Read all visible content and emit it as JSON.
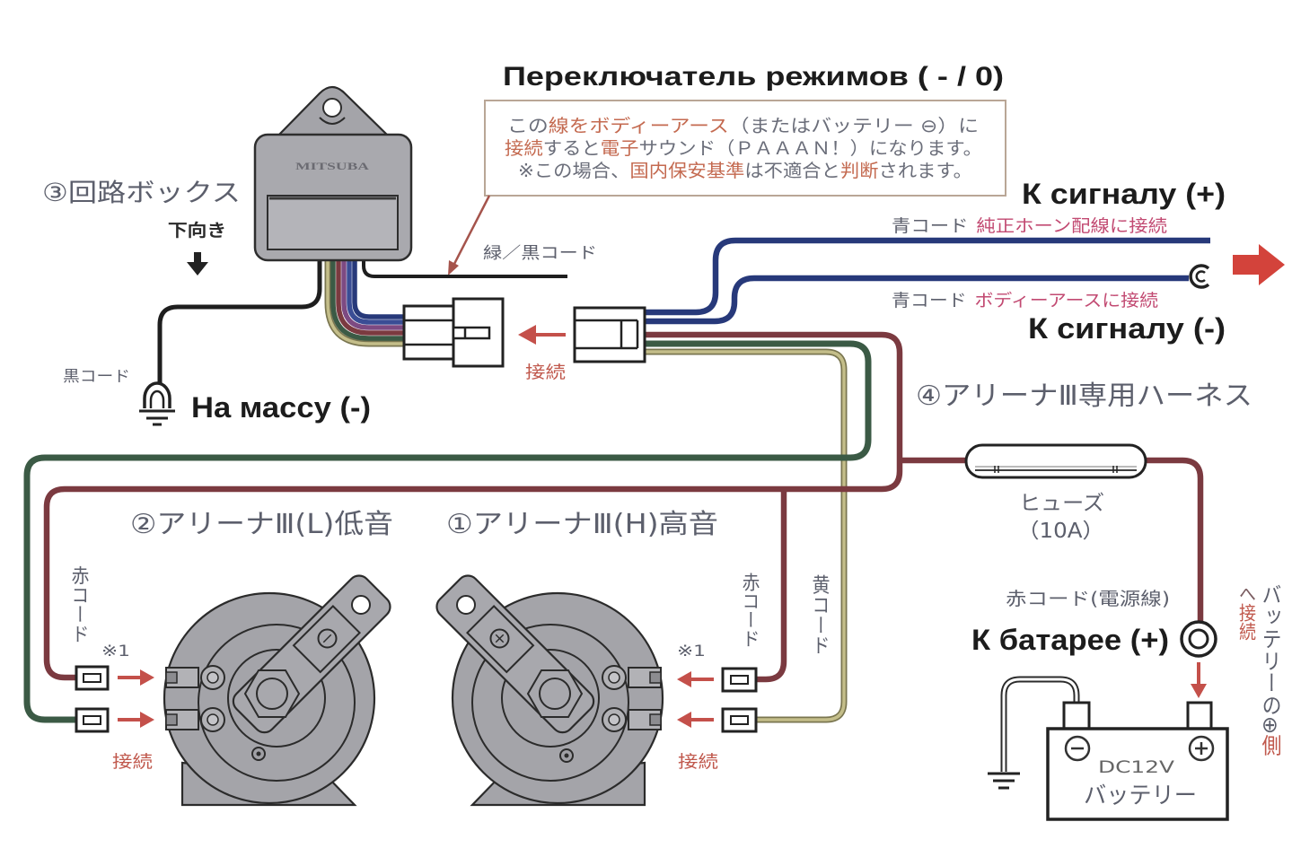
{
  "title": "Переключатель режимов ( - / 0)",
  "note": {
    "lines": [
      [
        {
          "text": "この",
          "color": "#6b6e7a"
        },
        {
          "text": "線を",
          "color": "#c46a50"
        },
        {
          "text": "ボディーアース",
          "color": "#c46a50"
        },
        {
          "text": "（またはバッテリー ⊖）に",
          "color": "#6b6e7a"
        }
      ],
      [
        {
          "text": "接続",
          "color": "#c46a50"
        },
        {
          "text": "すると",
          "color": "#6b6e7a"
        },
        {
          "text": "電子",
          "color": "#c46a50"
        },
        {
          "text": "サウンド（ＰＡＡＡＮ！）になります。",
          "color": "#6b6e7a"
        }
      ],
      [
        {
          "text": "※この場合、",
          "color": "#6b6e7a"
        },
        {
          "text": "国内保安基準",
          "color": "#c46a50"
        },
        {
          "text": "は不適合と",
          "color": "#6b6e7a"
        },
        {
          "text": "判断",
          "color": "#c46a50"
        },
        {
          "text": "されます。",
          "color": "#6b6e7a"
        }
      ]
    ]
  },
  "circuit_box": {
    "label": "③回路ボックス",
    "brand": "MITSUBA",
    "orientation_label": "下向き"
  },
  "mode_wire_label": "緑／黒コード",
  "connector": {
    "connect_label": "接続"
  },
  "ground": {
    "wire_label": "黒コード",
    "label": "На массу (-)"
  },
  "signal": {
    "plus_label": "К сигналу (+)",
    "plus_wire": {
      "code": "青コード",
      "desc": "純正ホーン配線に接続"
    },
    "minus_wire": {
      "code": "青コード",
      "desc": "ボディーアースに接続"
    },
    "minus_label": "К сигналу (-)"
  },
  "harness_label": "④アリーナⅢ専用ハーネス",
  "fuse": {
    "label": "ヒューズ",
    "rating": "（10A）"
  },
  "horns": {
    "low": {
      "label": "②アリーナⅢ(L)低音",
      "wire_label": "赤コード",
      "note_mark": "※1",
      "connect_label": "接続"
    },
    "high": {
      "label": "①アリーナⅢ(H)高音",
      "red_wire_label": "赤コード",
      "yellow_wire_label": "黄コード",
      "note_mark": "※1",
      "connect_label": "接続"
    }
  },
  "battery": {
    "wire_label": "赤コード(電源線)",
    "label": "К батарее (+)",
    "side_note_main": "バッテリーの⊕",
    "side_note_main_tail": "側",
    "side_note_sub_head": "へ",
    "side_note_sub": "接続",
    "voltage": "DC12V",
    "name": "バッテリー"
  },
  "colors": {
    "wire_blue": "#27397a",
    "wire_blue_light": "#3a4d95",
    "wire_purple": "#7d4a82",
    "wire_red": "#7b3a40",
    "wire_green": "#3b5a45",
    "wire_yellow": "#c4be8a",
    "wire_black": "#1e1e1e",
    "arrow_red": "#d3433b"
  }
}
